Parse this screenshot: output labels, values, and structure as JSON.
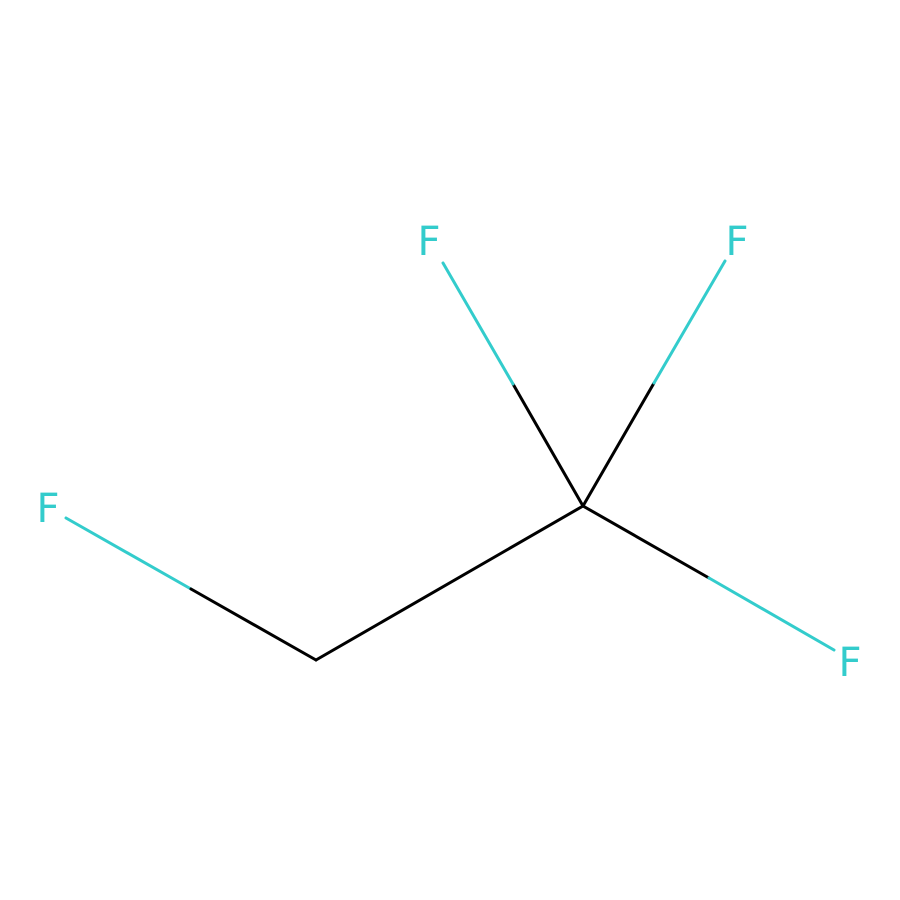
{
  "colors": {
    "background": "#FFFFFF",
    "carbon_bond": "#000000",
    "fluorine": "#33CCCC"
  },
  "molecule": {
    "atoms": [
      {
        "id": "F1",
        "element": "F",
        "label": "F"
      },
      {
        "id": "C1",
        "element": "C",
        "label": ""
      },
      {
        "id": "C2",
        "element": "C",
        "label": ""
      },
      {
        "id": "F2",
        "element": "F",
        "label": "F"
      },
      {
        "id": "F3",
        "element": "F",
        "label": "F"
      },
      {
        "id": "F4",
        "element": "F",
        "label": "F"
      }
    ],
    "bonds": [
      {
        "from": "F1",
        "to": "C1",
        "order": 1
      },
      {
        "from": "C1",
        "to": "C2",
        "order": 1
      },
      {
        "from": "C2",
        "to": "F2",
        "order": 1
      },
      {
        "from": "C2",
        "to": "F3",
        "order": 1
      },
      {
        "from": "C2",
        "to": "F4",
        "order": 1
      }
    ]
  }
}
